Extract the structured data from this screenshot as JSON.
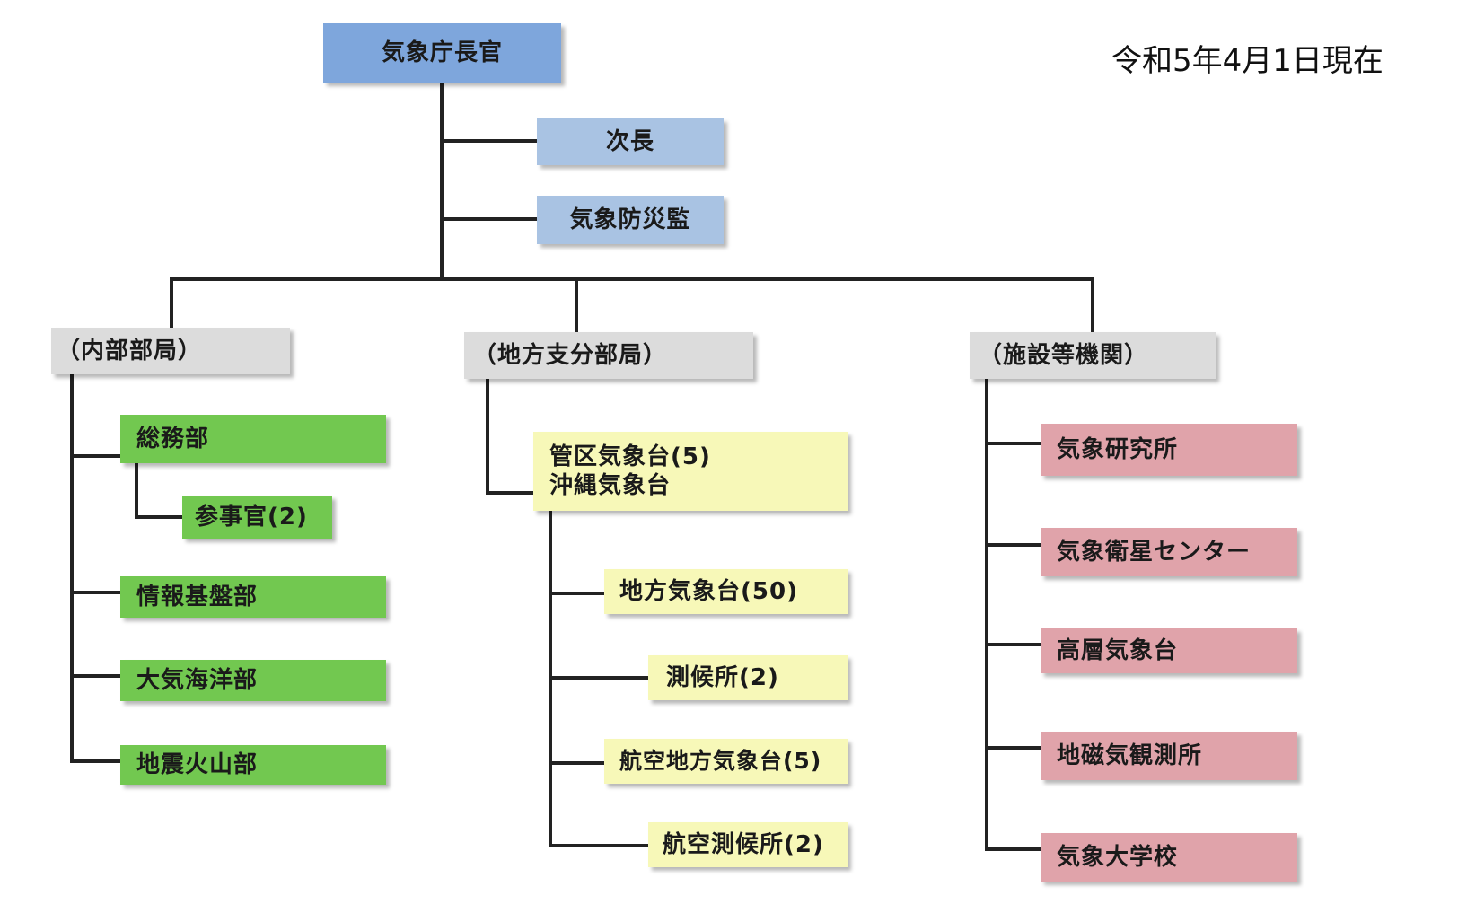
{
  "date": "令和5年4月1日現在",
  "top": {
    "director": "気象庁長官",
    "deputy": "次長",
    "disaster": "気象防災監"
  },
  "internal": {
    "header": "（内部部局）",
    "general_affairs": "総務部",
    "councillor": "参事官(2)",
    "info_infra": "情報基盤部",
    "atmosphere_ocean": "大気海洋部",
    "seismology_volcano": "地震火山部"
  },
  "regional": {
    "header": "（地方支分部局）",
    "district_line1": "管区気象台(5)",
    "district_line2": "沖縄気象台",
    "local": "地方気象台(50)",
    "stations": "測候所(2)",
    "aviation_local": "航空地方気象台(5)",
    "aviation_stations": "航空測候所(2)"
  },
  "facilities": {
    "header": "（施設等機関）",
    "research": "気象研究所",
    "satellite": "気象衛星センター",
    "aerological": "高層気象台",
    "geomagnetic": "地磁気観測所",
    "college": "気象大学校"
  }
}
